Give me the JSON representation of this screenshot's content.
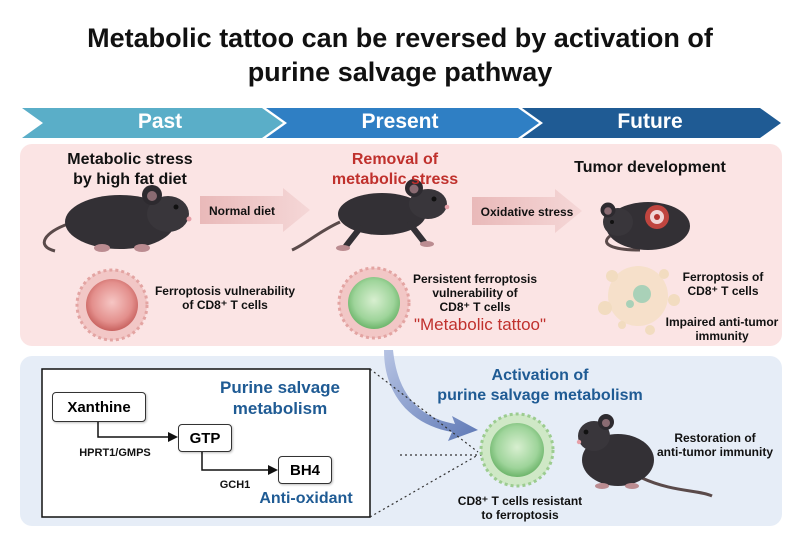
{
  "title": {
    "line1": "Metabolic tattoo can be reversed by activation of",
    "line2": "purine salvage pathway"
  },
  "phases": [
    "Past",
    "Present",
    "Future"
  ],
  "past": {
    "heading_line1": "Metabolic stress",
    "heading_line2": "by high fat diet",
    "cell_label_line1": "Ferroptosis vulnerability",
    "cell_label_line2": "of CD8⁺ T cells"
  },
  "transition1": "Normal diet",
  "present": {
    "heading_line1": "Removal of",
    "heading_line2": "metabolic stress",
    "cell_label_line1": "Persistent ferroptosis",
    "cell_label_line2": "vulnerability of",
    "cell_label_line3": "CD8⁺ T cells",
    "tattoo": "\"Metabolic tattoo\""
  },
  "transition2": "Oxidative stress",
  "future": {
    "heading": "Tumor development",
    "label1_line1": "Ferroptosis of",
    "label1_line2": "CD8⁺ T cells",
    "label2_line1": "Impaired anti-tumor",
    "label2_line2": "immunity"
  },
  "pathway": {
    "title_line1": "Purine salvage",
    "title_line2": "metabolism",
    "node1": "Xanthine",
    "enzyme1": "HPRT1/GMPS",
    "node2": "GTP",
    "enzyme2": "GCH1",
    "node3": "BH4",
    "antioxidant": "Anti-oxidant"
  },
  "activation": {
    "line1": "Activation of",
    "line2": "purine salvage metabolism",
    "cell_label_line1": "CD8⁺ T cells resistant",
    "cell_label_line2": "to ferroptosis",
    "restoration_line1": "Restoration of",
    "restoration_line2": "anti-tumor immunity"
  },
  "colors": {
    "chevron_past": "#5aaec8",
    "chevron_present": "#2f7fc4",
    "chevron_future": "#1f5b94",
    "top_panel": "#fbe4e4",
    "bottom_panel": "#e6edf7",
    "tattoo_red": "#c0312d",
    "pathway_blue": "#1f5b94"
  }
}
